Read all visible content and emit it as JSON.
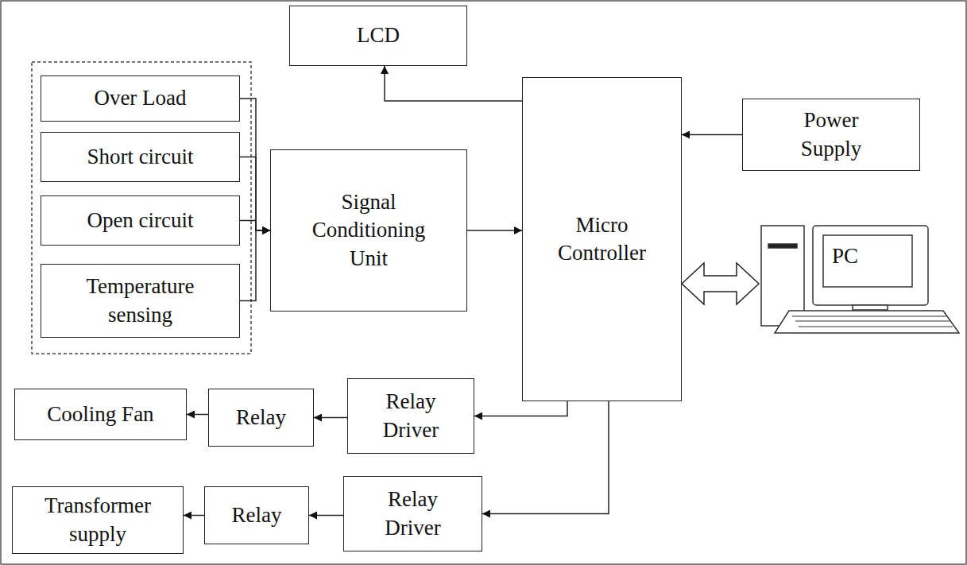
{
  "diagram": {
    "nodes": [
      {
        "text": [
          "LCD"
        ]
      },
      {
        "text": [
          "Over Load"
        ]
      },
      {
        "text": [
          "Short circuit"
        ]
      },
      {
        "text": [
          "Open circuit"
        ]
      },
      {
        "text": [
          "Temperature sensing"
        ]
      },
      {
        "text": [
          "Signal Conditioning Unit"
        ]
      },
      {
        "text": [
          "Micro Controller"
        ]
      },
      {
        "text": [
          "Power Supply"
        ]
      },
      {
        "text": [
          "PC"
        ]
      },
      {
        "text": [
          "Cooling Fan"
        ]
      },
      {
        "text": [
          "Relay"
        ]
      },
      {
        "text": [
          "Relay Driver"
        ]
      },
      {
        "text": [
          "Transformer supply"
        ]
      },
      {
        "text": [
          "Relay"
        ]
      },
      {
        "text": [
          "Relay Driver"
        ]
      }
    ],
    "edges": [
      {
        "from": 6,
        "to": 0,
        "arrow": "to"
      },
      {
        "from": 1,
        "to": 5,
        "arrow": "to"
      },
      {
        "from": 2,
        "to": 5,
        "arrow": "to"
      },
      {
        "from": 3,
        "to": 5,
        "arrow": "to"
      },
      {
        "from": 4,
        "to": 5,
        "arrow": "to"
      },
      {
        "from": 5,
        "to": 6,
        "arrow": "to"
      },
      {
        "from": 7,
        "to": 6,
        "arrow": "to"
      },
      {
        "from": 6,
        "to": 8,
        "arrow": "both"
      },
      {
        "from": 6,
        "to": 11,
        "arrow": "to"
      },
      {
        "from": 11,
        "to": 10,
        "arrow": "to"
      },
      {
        "from": 10,
        "to": 9,
        "arrow": "to"
      },
      {
        "from": 6,
        "to": 14,
        "arrow": "to"
      },
      {
        "from": 14,
        "to": 13,
        "arrow": "to"
      },
      {
        "from": 13,
        "to": 12,
        "arrow": "to"
      }
    ]
  }
}
